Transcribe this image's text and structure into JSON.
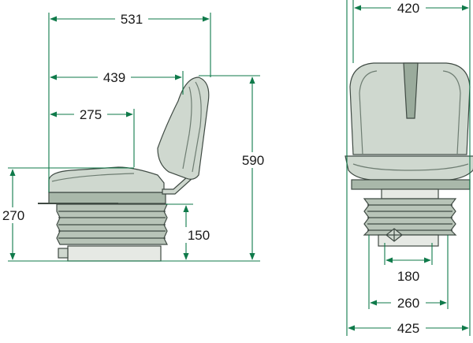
{
  "colors": {
    "dimension_line": "#0f7a4a",
    "seat_fill": "#cfd8cf",
    "seat_dark": "#a9b8aa",
    "seat_stroke": "#3f4a43",
    "base_fill": "#e6e9e4"
  },
  "side_view": {
    "dims": {
      "total_length": "531",
      "backrest_to_front": "439",
      "seat_depth": "275",
      "total_height": "590",
      "seat_height": "270",
      "suspension_stroke": "150"
    }
  },
  "front_view": {
    "dims": {
      "backrest_width": "420",
      "rail_spacing": "180",
      "base_width": "260",
      "total_width": "425"
    }
  }
}
